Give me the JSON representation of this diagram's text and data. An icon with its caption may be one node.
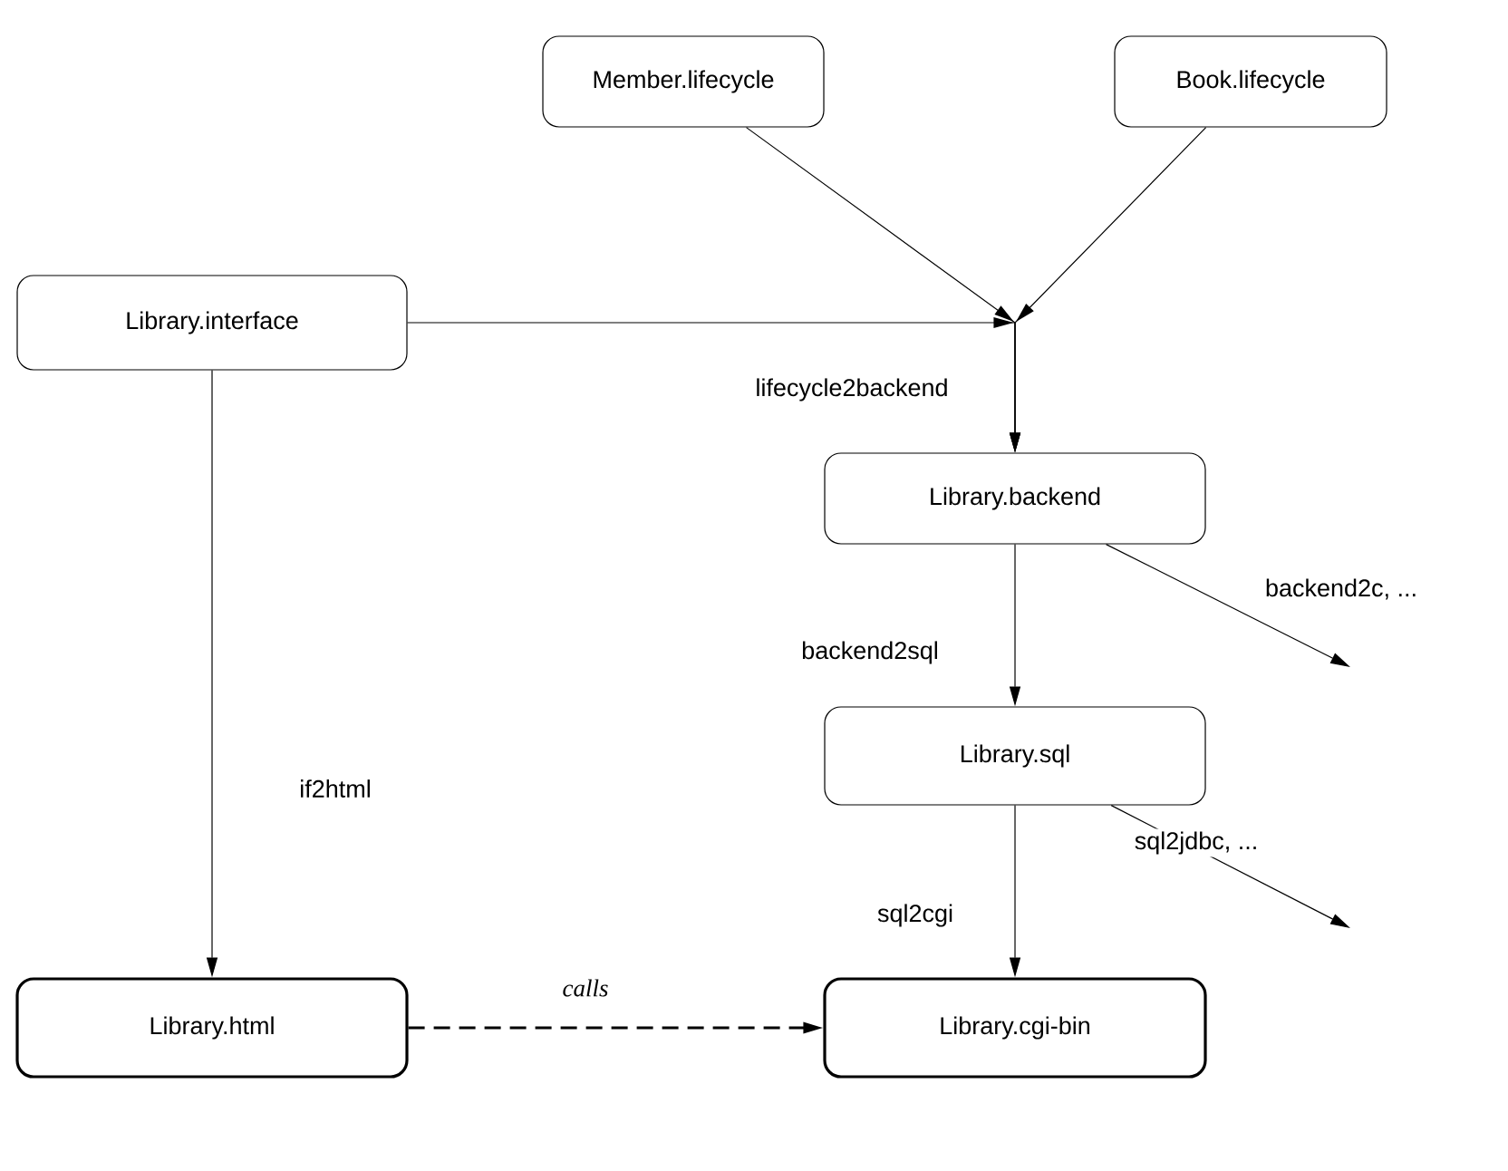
{
  "diagram": {
    "nodes": [
      {
        "text": [
          "Member.lifecycle"
        ]
      },
      {
        "text": [
          "Book.lifecycle"
        ]
      },
      {
        "text": [
          "Library.interface"
        ]
      },
      {
        "text": [
          "Library.backend"
        ]
      },
      {
        "text": [
          "Library.sql"
        ]
      },
      {
        "text": [
          "Library.html"
        ]
      },
      {
        "text": [
          "Library.cgi-bin"
        ]
      }
    ],
    "edges": [
      {
        "from": 0,
        "to": 3,
        "arrow": "to",
        "label": "lifecycle2backend"
      },
      {
        "from": 1,
        "to": 3,
        "arrow": "to"
      },
      {
        "from": 2,
        "to": 3,
        "arrow": "to"
      },
      {
        "from": 3,
        "to": null,
        "arrow": "to",
        "label": "backend2c, ..."
      },
      {
        "from": 3,
        "to": 4,
        "arrow": "to",
        "label": "backend2sql"
      },
      {
        "from": 4,
        "to": null,
        "arrow": "to",
        "label": "sql2jdbc, ..."
      },
      {
        "from": 4,
        "to": 6,
        "arrow": "to",
        "label": "sql2cgi"
      },
      {
        "from": 2,
        "to": 5,
        "arrow": "to",
        "label": "if2html"
      },
      {
        "from": 5,
        "to": 6,
        "arrow": "to",
        "label": "calls",
        "style": "dashed"
      }
    ]
  }
}
